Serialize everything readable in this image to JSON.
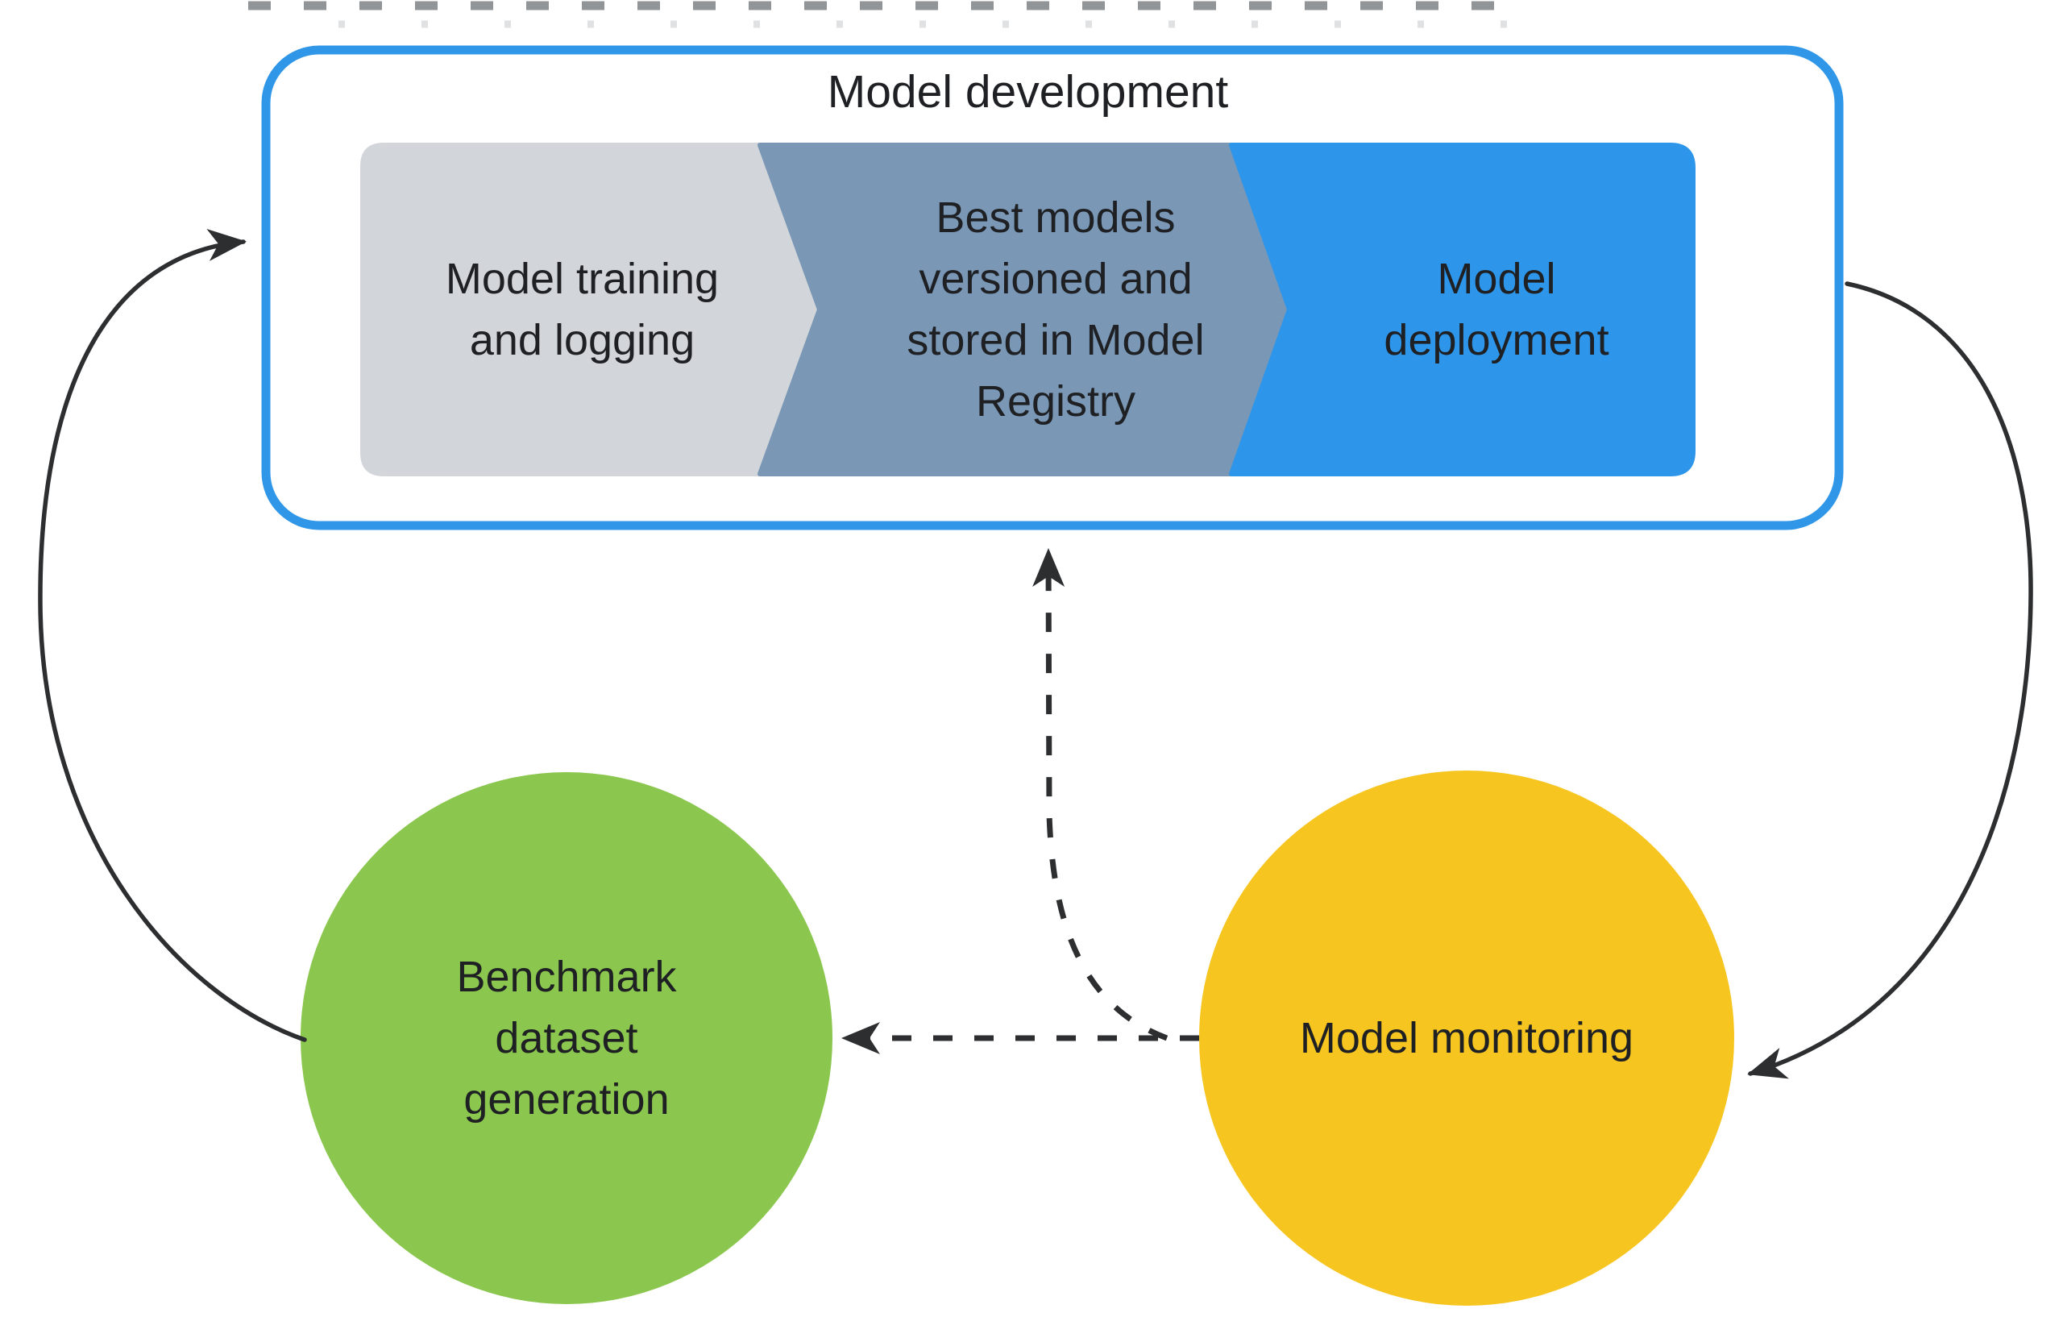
{
  "diagram": {
    "development_box": {
      "title": "Model development"
    },
    "chevrons": [
      {
        "id": "training",
        "color": "#d2d5d9",
        "label_lines": [
          "Model training",
          "and logging"
        ]
      },
      {
        "id": "registry",
        "color": "#7a98b6",
        "label_lines": [
          "Best models",
          "versioned and",
          "stored in Model",
          "Registry"
        ]
      },
      {
        "id": "deployment",
        "color": "#2e96ea",
        "label_lines": [
          "Model",
          "deployment"
        ]
      }
    ],
    "nodes": [
      {
        "id": "benchmark",
        "shape": "circle",
        "color": "#8bc74e",
        "label_lines": [
          "Benchmark",
          "dataset",
          "generation"
        ]
      },
      {
        "id": "monitoring",
        "shape": "circle",
        "color": "#f6c520",
        "label_lines": [
          "Model monitoring"
        ]
      }
    ],
    "edges": [
      {
        "from": "benchmark",
        "to": "development_box",
        "style": "solid"
      },
      {
        "from": "development_box",
        "to": "monitoring",
        "style": "solid"
      },
      {
        "from": "monitoring",
        "to": "benchmark",
        "style": "dashed"
      },
      {
        "from": "monitoring",
        "to": "development_box",
        "style": "dashed"
      }
    ],
    "colors": {
      "box_border": "#2f96e8",
      "arrow": "#2c2e30",
      "text": "#1e2023",
      "background": "#ffffff"
    }
  }
}
